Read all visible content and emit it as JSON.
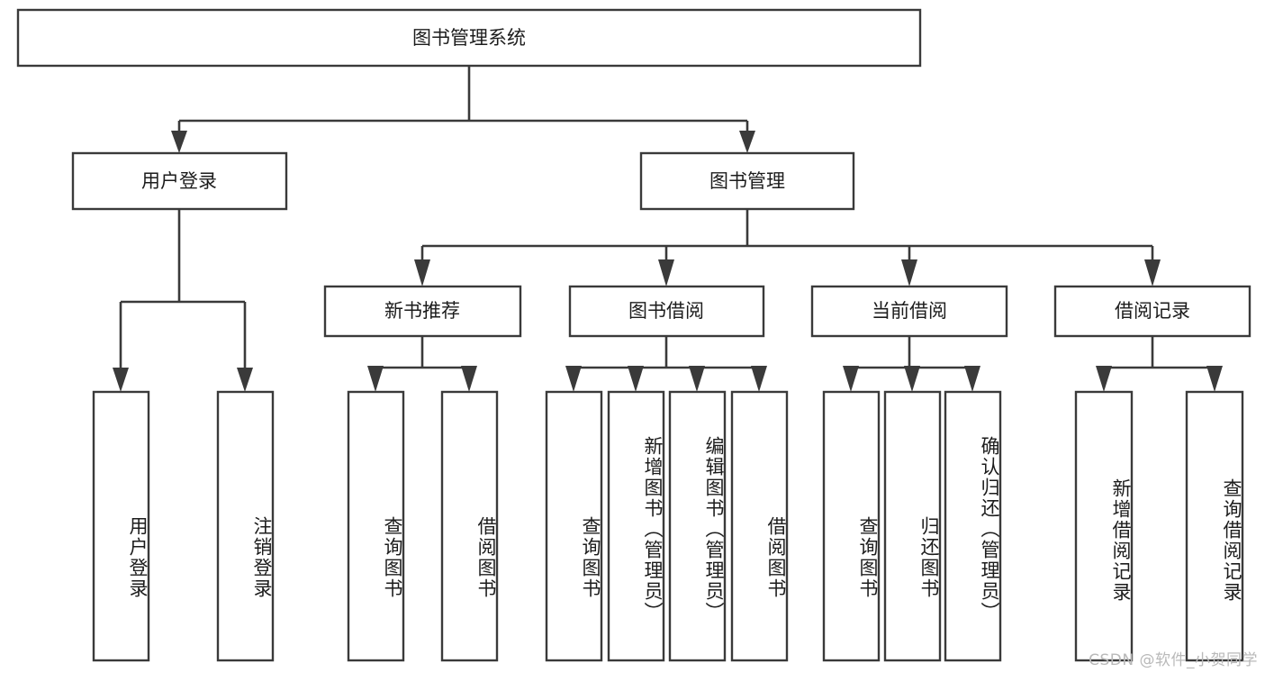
{
  "diagram": {
    "title": "图书管理系统",
    "type": "tree",
    "orientation": "top-down",
    "colors": {
      "box_stroke": "#3a3a3a",
      "box_fill": "#ffffff",
      "connector": "#3a3a3a",
      "text": "#1c1c1c",
      "watermark": "#b9b9b9",
      "background": "#ffffff"
    },
    "root": {
      "id": "root",
      "label": "图书管理系统",
      "orientation": "horizontal"
    },
    "level2": [
      {
        "id": "user-login",
        "label": "用户登录",
        "orientation": "horizontal"
      },
      {
        "id": "book-manage",
        "label": "图书管理",
        "orientation": "horizontal"
      }
    ],
    "level3": [
      {
        "id": "new-book-recommend",
        "label": "新书推荐",
        "orientation": "horizontal",
        "parent": "book-manage"
      },
      {
        "id": "book-borrow",
        "label": "图书借阅",
        "orientation": "horizontal",
        "parent": "book-manage"
      },
      {
        "id": "current-borrow",
        "label": "当前借阅",
        "orientation": "horizontal",
        "parent": "book-manage"
      },
      {
        "id": "borrow-record",
        "label": "借阅记录",
        "orientation": "horizontal",
        "parent": "book-manage"
      }
    ],
    "leaves": [
      {
        "id": "leaf-user-login",
        "label": "用户登录",
        "orientation": "vertical",
        "parent": "user-login"
      },
      {
        "id": "leaf-user-logout",
        "label": "注销登录",
        "orientation": "vertical",
        "parent": "user-login"
      },
      {
        "id": "leaf-query-book-1",
        "label": "查询图书",
        "orientation": "vertical",
        "parent": "new-book-recommend"
      },
      {
        "id": "leaf-borrow-book-1",
        "label": "借阅图书",
        "orientation": "vertical",
        "parent": "new-book-recommend"
      },
      {
        "id": "leaf-query-book-2",
        "label": "查询图书",
        "orientation": "vertical",
        "parent": "book-borrow"
      },
      {
        "id": "leaf-add-book",
        "label": "新增图书（管理员）",
        "orientation": "vertical",
        "parent": "book-borrow"
      },
      {
        "id": "leaf-edit-book",
        "label": "编辑图书（管理员）",
        "orientation": "vertical",
        "parent": "book-borrow"
      },
      {
        "id": "leaf-borrow-book-2",
        "label": "借阅图书",
        "orientation": "vertical",
        "parent": "book-borrow"
      },
      {
        "id": "leaf-query-book-3",
        "label": "查询图书",
        "orientation": "vertical",
        "parent": "current-borrow"
      },
      {
        "id": "leaf-return-book",
        "label": "归还图书",
        "orientation": "vertical",
        "parent": "current-borrow"
      },
      {
        "id": "leaf-confirm-return",
        "label": "确认归还（管理员）",
        "orientation": "vertical",
        "parent": "current-borrow"
      },
      {
        "id": "leaf-add-record",
        "label": "新增借阅记录",
        "orientation": "vertical",
        "parent": "borrow-record"
      },
      {
        "id": "leaf-query-record",
        "label": "查询借阅记录",
        "orientation": "vertical",
        "parent": "borrow-record"
      }
    ],
    "watermark": "CSDN @软件_小贺同学"
  }
}
